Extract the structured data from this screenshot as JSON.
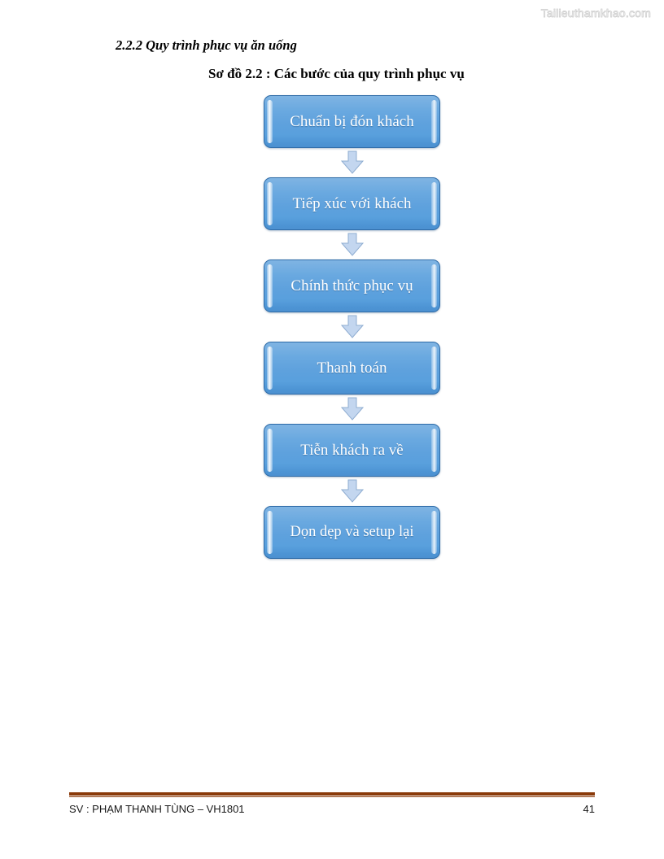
{
  "watermark": "Tailieuthamkhao.com",
  "headings": {
    "section": "2.2.2 Quy trình phục vụ ăn uống",
    "figure": "Sơ đồ 2.2 : Các bước của quy trình phục vụ"
  },
  "flowchart": {
    "orientation": "vertical",
    "connector_icon": "arrow-down-icon",
    "node_fill_top": "#7fb4e3",
    "node_fill_bottom": "#4b90d0",
    "node_border": "#2f6ca8",
    "node_text_color": "#ffffff",
    "arrow_fill": "#c3d6ef",
    "arrow_border": "#8fadd1",
    "nodes": [
      {
        "label": "Chuẩn bị đón khách"
      },
      {
        "label": "Tiếp xúc với khách"
      },
      {
        "label": "Chính thức phục vụ"
      },
      {
        "label": "Thanh toán"
      },
      {
        "label": "Tiễn khách ra về"
      },
      {
        "label": "Dọn dẹp và setup lại"
      }
    ]
  },
  "footer": {
    "author": "SV : PHẠM THANH TÙNG – VH1801",
    "page_number": "41",
    "rule_color": "#8a3a0a"
  }
}
